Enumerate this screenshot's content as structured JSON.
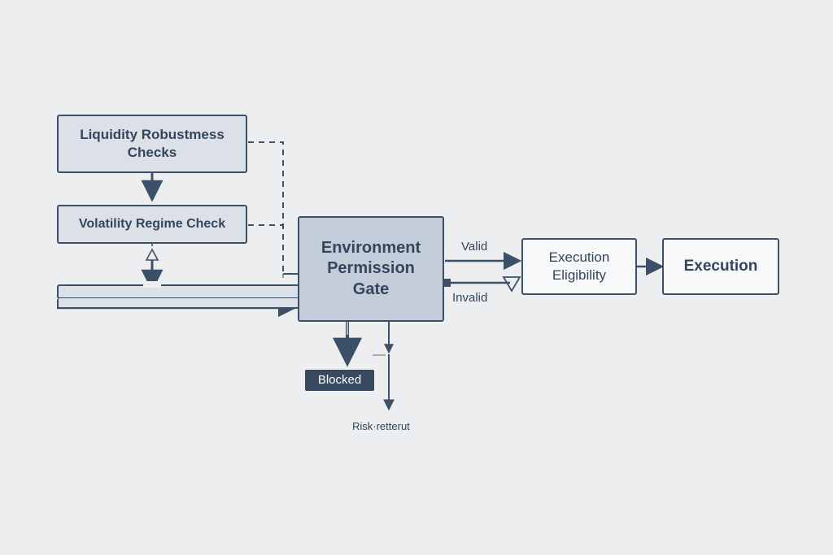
{
  "diagram": {
    "background_color": "#eceef0",
    "stroke_color": "#3c5068",
    "text_color": "#33465c",
    "nodes": {
      "liquidity": {
        "label_line1": "Liquidity Robustmess",
        "label_line2": "Checks",
        "fill": "#dce1e8"
      },
      "volatility": {
        "label": "Volatility Regime Check",
        "fill": "#dce1e8"
      },
      "collapsed_upper": {
        "label": "",
        "fill": "#dce1e8"
      },
      "collapsed_lower": {
        "label": "",
        "fill": "#dce1e8"
      },
      "gate": {
        "label_line1": "Environment",
        "label_line2": "Permission",
        "label_line3": "Gate",
        "fill": "#c3cdda"
      },
      "eligibility": {
        "label_line1": "Execution",
        "label_line2": "Eligibility",
        "fill": "#f7f8f9"
      },
      "execution": {
        "label": "Execution",
        "fill": "#f7f8f9"
      },
      "blocked": {
        "label": "Blocked",
        "fill": "#36495f",
        "text_color": "#ffffff"
      },
      "risk_return": {
        "label": "Risk·retterut"
      }
    },
    "edge_labels": {
      "valid": "Valid",
      "invalid": "Invalid"
    }
  }
}
